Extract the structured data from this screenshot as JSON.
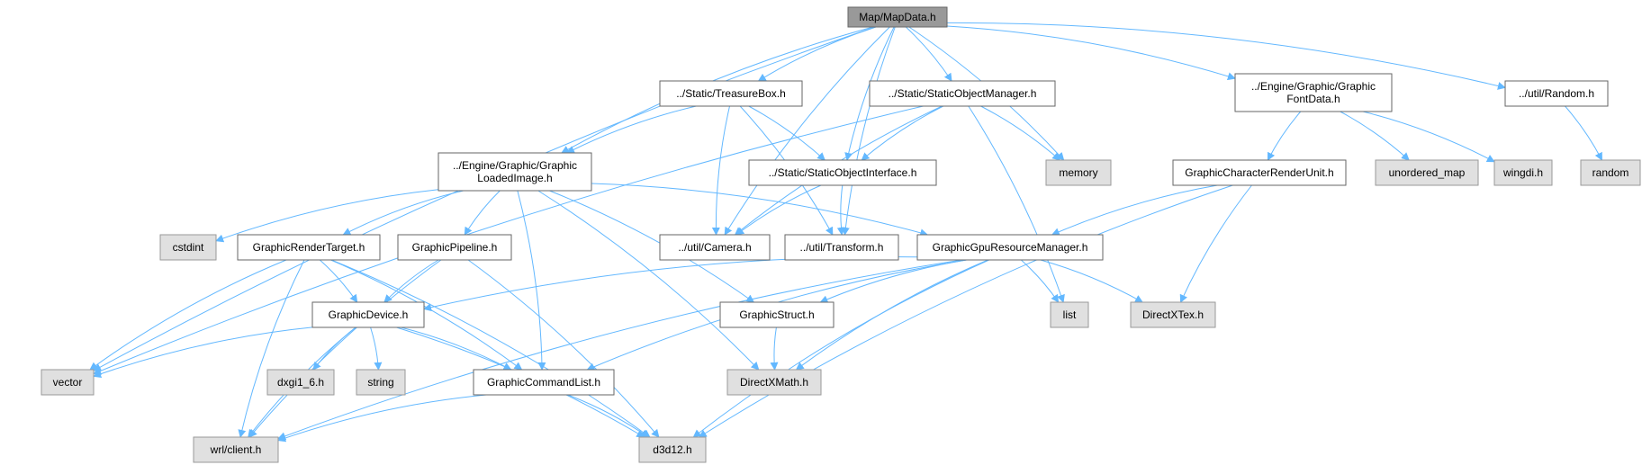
{
  "colors": {
    "edge": "#63b8ff",
    "root_fill": "#999999",
    "node_fill": "#ffffff",
    "external_fill": "#e0e0e0",
    "external_border": "#999999",
    "node_border": "#666666"
  },
  "nodes": [
    {
      "id": "mapdata",
      "lines": [
        "Map/MapData.h"
      ],
      "kind": "root"
    },
    {
      "id": "treasurebox",
      "lines": [
        "../Static/TreasureBox.h"
      ],
      "kind": "normal"
    },
    {
      "id": "staticobjmgr",
      "lines": [
        "../Static/StaticObjectManager.h"
      ],
      "kind": "normal"
    },
    {
      "id": "fontdata",
      "lines": [
        "../Engine/Graphic/Graphic",
        "FontData.h"
      ],
      "kind": "normal"
    },
    {
      "id": "random_h",
      "lines": [
        "../util/Random.h"
      ],
      "kind": "normal"
    },
    {
      "id": "loadedimage",
      "lines": [
        "../Engine/Graphic/Graphic",
        "LoadedImage.h"
      ],
      "kind": "normal"
    },
    {
      "id": "staticobjif",
      "lines": [
        "../Static/StaticObjectInterface.h"
      ],
      "kind": "normal"
    },
    {
      "id": "memory",
      "lines": [
        "memory"
      ],
      "kind": "external"
    },
    {
      "id": "charrender",
      "lines": [
        "GraphicCharacterRenderUnit.h"
      ],
      "kind": "normal"
    },
    {
      "id": "unordered_map",
      "lines": [
        "unordered_map"
      ],
      "kind": "external"
    },
    {
      "id": "wingdi",
      "lines": [
        "wingdi.h"
      ],
      "kind": "external"
    },
    {
      "id": "random",
      "lines": [
        "random"
      ],
      "kind": "external"
    },
    {
      "id": "cstdint",
      "lines": [
        "cstdint"
      ],
      "kind": "external"
    },
    {
      "id": "rendertarget",
      "lines": [
        "GraphicRenderTarget.h"
      ],
      "kind": "normal"
    },
    {
      "id": "pipeline",
      "lines": [
        "GraphicPipeline.h"
      ],
      "kind": "normal"
    },
    {
      "id": "camera",
      "lines": [
        "../util/Camera.h"
      ],
      "kind": "normal"
    },
    {
      "id": "transform",
      "lines": [
        "../util/Transform.h"
      ],
      "kind": "normal"
    },
    {
      "id": "gpuresmgr",
      "lines": [
        "GraphicGpuResourceManager.h"
      ],
      "kind": "normal"
    },
    {
      "id": "device",
      "lines": [
        "GraphicDevice.h"
      ],
      "kind": "normal"
    },
    {
      "id": "struct",
      "lines": [
        "GraphicStruct.h"
      ],
      "kind": "normal"
    },
    {
      "id": "list",
      "lines": [
        "list"
      ],
      "kind": "external"
    },
    {
      "id": "directxtex",
      "lines": [
        "DirectXTex.h"
      ],
      "kind": "external"
    },
    {
      "id": "vector",
      "lines": [
        "vector"
      ],
      "kind": "external"
    },
    {
      "id": "dxgi",
      "lines": [
        "dxgi1_6.h"
      ],
      "kind": "external"
    },
    {
      "id": "string",
      "lines": [
        "string"
      ],
      "kind": "external"
    },
    {
      "id": "cmdlist",
      "lines": [
        "GraphicCommandList.h"
      ],
      "kind": "normal"
    },
    {
      "id": "directxmath",
      "lines": [
        "DirectXMath.h"
      ],
      "kind": "external"
    },
    {
      "id": "wrlclient",
      "lines": [
        "wrl/client.h"
      ],
      "kind": "external"
    },
    {
      "id": "d3d12",
      "lines": [
        "d3d12.h"
      ],
      "kind": "external"
    }
  ],
  "edges": [
    [
      "mapdata",
      "treasurebox"
    ],
    [
      "mapdata",
      "staticobjmgr"
    ],
    [
      "mapdata",
      "fontdata"
    ],
    [
      "mapdata",
      "random_h"
    ],
    [
      "mapdata",
      "loadedimage"
    ],
    [
      "mapdata",
      "staticobjif"
    ],
    [
      "mapdata",
      "memory"
    ],
    [
      "mapdata",
      "camera"
    ],
    [
      "mapdata",
      "transform"
    ],
    [
      "mapdata",
      "vector"
    ],
    [
      "treasurebox",
      "loadedimage"
    ],
    [
      "treasurebox",
      "staticobjif"
    ],
    [
      "treasurebox",
      "camera"
    ],
    [
      "treasurebox",
      "transform"
    ],
    [
      "staticobjmgr",
      "staticobjif"
    ],
    [
      "staticobjmgr",
      "memory"
    ],
    [
      "staticobjmgr",
      "camera"
    ],
    [
      "staticobjmgr",
      "list"
    ],
    [
      "staticobjmgr",
      "vector"
    ],
    [
      "staticobjif",
      "camera"
    ],
    [
      "staticobjif",
      "transform"
    ],
    [
      "fontdata",
      "charrender"
    ],
    [
      "fontdata",
      "unordered_map"
    ],
    [
      "fontdata",
      "wingdi"
    ],
    [
      "random_h",
      "random"
    ],
    [
      "charrender",
      "gpuresmgr"
    ],
    [
      "charrender",
      "directxtex"
    ],
    [
      "charrender",
      "d3d12"
    ],
    [
      "loadedimage",
      "cstdint"
    ],
    [
      "loadedimage",
      "rendertarget"
    ],
    [
      "loadedimage",
      "pipeline"
    ],
    [
      "loadedimage",
      "gpuresmgr"
    ],
    [
      "loadedimage",
      "struct"
    ],
    [
      "loadedimage",
      "cmdlist"
    ],
    [
      "loadedimage",
      "directxmath"
    ],
    [
      "rendertarget",
      "device"
    ],
    [
      "rendertarget",
      "cmdlist"
    ],
    [
      "rendertarget",
      "vector"
    ],
    [
      "rendertarget",
      "wrlclient"
    ],
    [
      "rendertarget",
      "d3d12"
    ],
    [
      "pipeline",
      "device"
    ],
    [
      "pipeline",
      "wrlclient"
    ],
    [
      "pipeline",
      "d3d12"
    ],
    [
      "gpuresmgr",
      "device"
    ],
    [
      "gpuresmgr",
      "struct"
    ],
    [
      "gpuresmgr",
      "list"
    ],
    [
      "gpuresmgr",
      "directxtex"
    ],
    [
      "gpuresmgr",
      "cmdlist"
    ],
    [
      "gpuresmgr",
      "directxmath"
    ],
    [
      "gpuresmgr",
      "wrlclient"
    ],
    [
      "gpuresmgr",
      "d3d12"
    ],
    [
      "device",
      "vector"
    ],
    [
      "device",
      "dxgi"
    ],
    [
      "device",
      "string"
    ],
    [
      "device",
      "cmdlist"
    ],
    [
      "device",
      "wrlclient"
    ],
    [
      "device",
      "d3d12"
    ],
    [
      "struct",
      "directxmath"
    ],
    [
      "cmdlist",
      "wrlclient"
    ],
    [
      "cmdlist",
      "d3d12"
    ]
  ]
}
